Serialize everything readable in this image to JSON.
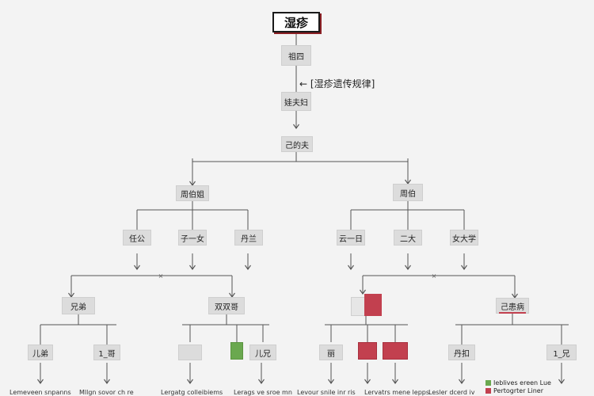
{
  "title": "湿疹",
  "annotation": "[湿疹遗传规律]",
  "colors": {
    "node": "#dcdcdc",
    "affected": "#c2404f",
    "carrier": "#6aa84f",
    "line": "#555555"
  },
  "generations": {
    "grandparents": {
      "label": "祖四"
    },
    "parents": {
      "label": "娃夫妇"
    },
    "couple": {
      "label": "己的夫"
    }
  },
  "families": {
    "left": {
      "head": "周伯姐",
      "children": [
        "任公",
        "子一女",
        "丹兰"
      ],
      "pair": [
        "兄弟",
        "双双哥"
      ],
      "leaves": [
        {
          "label": "儿弟",
          "shape": "box"
        },
        {
          "label": "1_哥",
          "shape": "box"
        },
        {
          "label": "",
          "shape": "box"
        },
        {
          "label": "",
          "shape": "carrier"
        },
        {
          "label": "儿兄",
          "shape": "box"
        }
      ]
    },
    "right": {
      "head": "周伯",
      "children": [
        "云一日",
        "二大",
        "女大学"
      ],
      "pair": [
        "",
        "己患病"
      ],
      "leaves": [
        {
          "label": "丽",
          "shape": "box"
        },
        {
          "label": "",
          "shape": "affected"
        },
        {
          "label": "",
          "shape": "affected"
        },
        {
          "label": "丹扣",
          "shape": "box"
        },
        {
          "label": "1_兄",
          "shape": "box"
        }
      ]
    }
  },
  "captions": [
    "Lemeveen snpanns",
    "Mllgn sovor ch re",
    "Lergatg colleibiems",
    "Lerags ve sroe mn",
    "Levour snile inr ris",
    "Lervatrs mene lepps",
    "Lesler dcerd iv"
  ],
  "legend": [
    {
      "label": "Ieblives ereen Lue",
      "color": "#6aa84f"
    },
    {
      "label": "Pertogrter Liner",
      "color": "#c2404f"
    }
  ]
}
